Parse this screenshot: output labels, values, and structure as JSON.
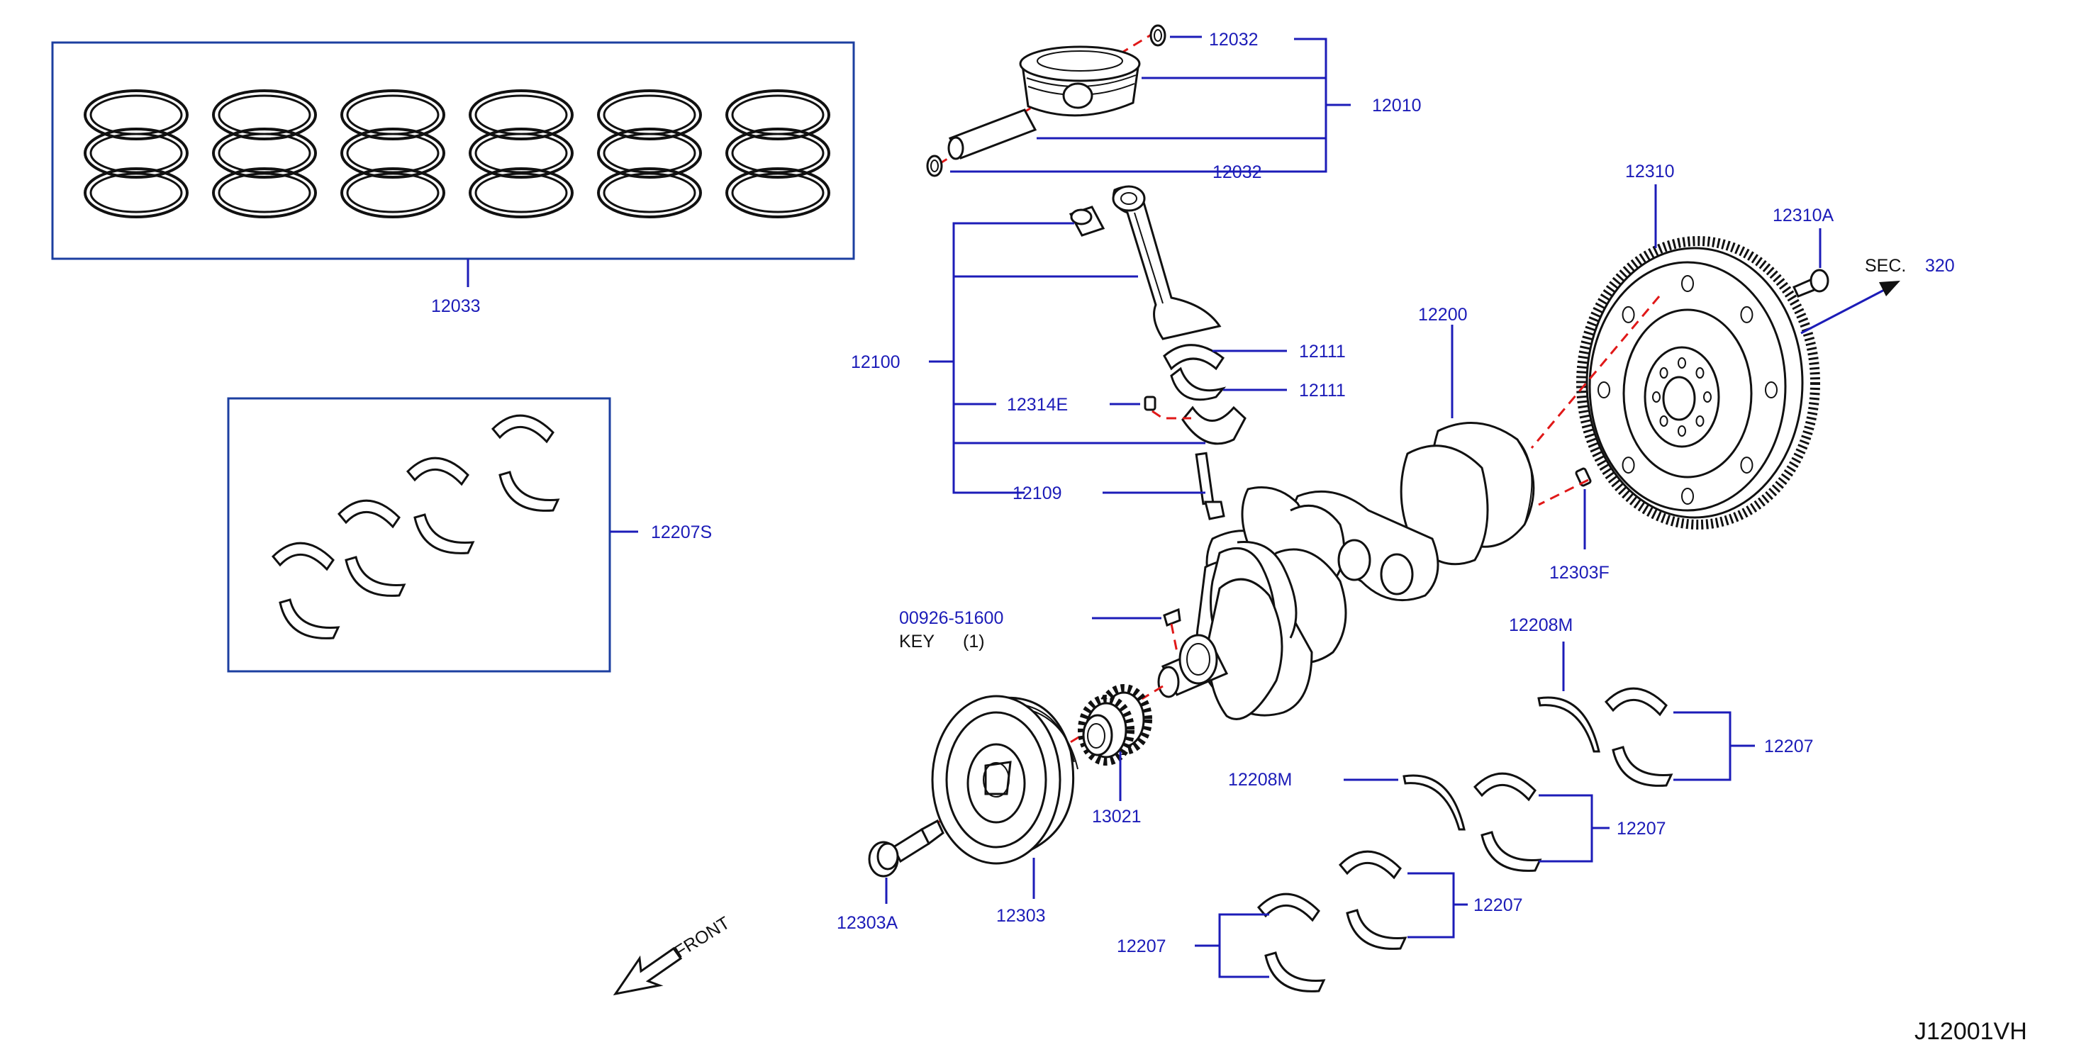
{
  "diagram_code": "J12001VH",
  "labels": {
    "p12032_top": "12032",
    "p12010": "12010",
    "p12032_bot": "12032",
    "p12033": "12033",
    "p12100": "12100",
    "p12111_a": "12111",
    "p12111_b": "12111",
    "p12314E": "12314E",
    "p12109": "12109",
    "p12207S": "12207S",
    "p12310": "12310",
    "p12310A": "12310A",
    "sec_text": "SEC.",
    "sec_num": "320",
    "p12200": "12200",
    "p12303F": "12303F",
    "p00926": "00926-51600",
    "key_text": "KEY",
    "key_qty": "(1)",
    "p12208M_a": "12208M",
    "p12208M_b": "12208M",
    "p12207_a": "12207",
    "p12207_b": "12207",
    "p12207_c": "12207",
    "p12207_d": "12207",
    "p13021": "13021",
    "p12303": "12303",
    "p12303A": "12303A",
    "front": "FRONT"
  }
}
